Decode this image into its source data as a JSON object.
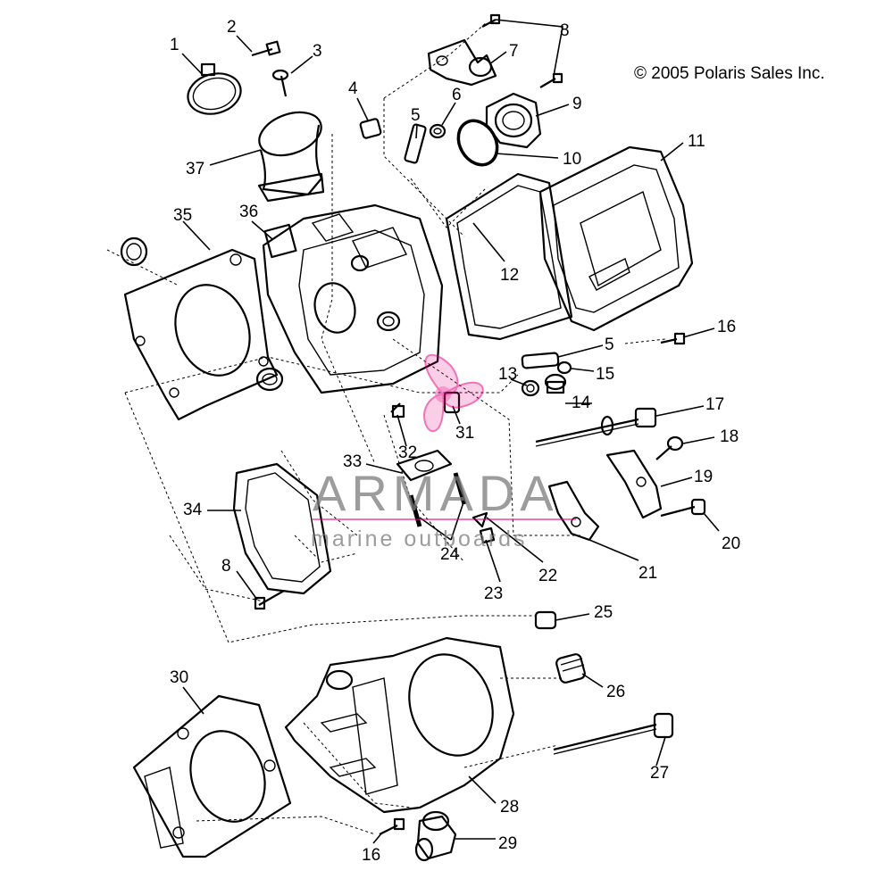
{
  "copyright": "© 2005 Polaris Sales Inc.",
  "watermark": {
    "title": "ARMADA",
    "subtitle": "marine outboards",
    "logo_color": "#e6007e"
  },
  "callouts": [
    {
      "id": "c1",
      "label": "1"
    },
    {
      "id": "c2",
      "label": "2"
    },
    {
      "id": "c3",
      "label": "3"
    },
    {
      "id": "c4",
      "label": "4"
    },
    {
      "id": "c5a",
      "label": "5"
    },
    {
      "id": "c6",
      "label": "6"
    },
    {
      "id": "c7",
      "label": "7"
    },
    {
      "id": "c8a",
      "label": "8"
    },
    {
      "id": "c9",
      "label": "9"
    },
    {
      "id": "c10",
      "label": "10"
    },
    {
      "id": "c11",
      "label": "11"
    },
    {
      "id": "c12",
      "label": "12"
    },
    {
      "id": "c5b",
      "label": "5"
    },
    {
      "id": "c13",
      "label": "13"
    },
    {
      "id": "c14",
      "label": "14"
    },
    {
      "id": "c15",
      "label": "15"
    },
    {
      "id": "c16a",
      "label": "16"
    },
    {
      "id": "c17",
      "label": "17"
    },
    {
      "id": "c18",
      "label": "18"
    },
    {
      "id": "c19",
      "label": "19"
    },
    {
      "id": "c20",
      "label": "20"
    },
    {
      "id": "c21",
      "label": "21"
    },
    {
      "id": "c22",
      "label": "22"
    },
    {
      "id": "c23",
      "label": "23"
    },
    {
      "id": "c24",
      "label": "24"
    },
    {
      "id": "c25",
      "label": "25"
    },
    {
      "id": "c26",
      "label": "26"
    },
    {
      "id": "c27",
      "label": "27"
    },
    {
      "id": "c28",
      "label": "28"
    },
    {
      "id": "c29",
      "label": "29"
    },
    {
      "id": "c30",
      "label": "30"
    },
    {
      "id": "c31",
      "label": "31"
    },
    {
      "id": "c32",
      "label": "32"
    },
    {
      "id": "c33",
      "label": "33"
    },
    {
      "id": "c34",
      "label": "34"
    },
    {
      "id": "c35",
      "label": "35"
    },
    {
      "id": "c36",
      "label": "36"
    },
    {
      "id": "c37",
      "label": "37"
    },
    {
      "id": "c8b",
      "label": "8"
    },
    {
      "id": "c16b",
      "label": "16"
    }
  ]
}
